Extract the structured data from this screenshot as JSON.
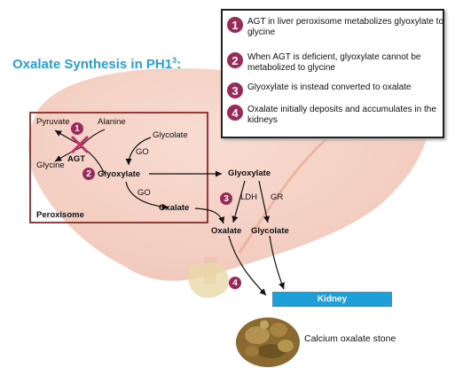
{
  "title": {
    "text": "Oxalate Synthesis in PH1",
    "sup": "3",
    "suffix": ":"
  },
  "legend": [
    {
      "num": "1",
      "text": "AGT  in liver peroxisome metabolizes glyoxylate to glycine"
    },
    {
      "num": "2",
      "text": "When AGT is deficient, glyoxylate cannot be metabolized to glycine"
    },
    {
      "num": "3",
      "text": "Glyoxylate is instead converted to oxalate"
    },
    {
      "num": "4",
      "text": "Oxalate initially deposits and accumulates in the kidneys"
    }
  ],
  "peroxisome": {
    "label": "Peroxisome",
    "pyruvate": "Pyruvate",
    "alanine": "Alanine",
    "glycine": "Glycine",
    "agt": "AGT",
    "glycolate": "Glycolate",
    "go1": "GO",
    "glyoxylate": "Glyoxylate",
    "go2": "GO",
    "oxalate": "Oxalate",
    "badge1": "1",
    "badge2": "2"
  },
  "cytosol": {
    "glyoxylate": "Glyoxylate",
    "ldh": "LDH",
    "gr": "GR",
    "oxalate": "Oxalate",
    "glycolate": "Glycolate",
    "badge3": "3",
    "badge4": "4"
  },
  "kidney": "Kidney",
  "stone_caption": "Calcium oxalate stone",
  "colors": {
    "accent": "#2a9fd6",
    "badge": "#9b2a5b",
    "box_border": "#8a2a2a",
    "kidney": "#1e9fd8",
    "agt_cross": "#c0306a"
  }
}
